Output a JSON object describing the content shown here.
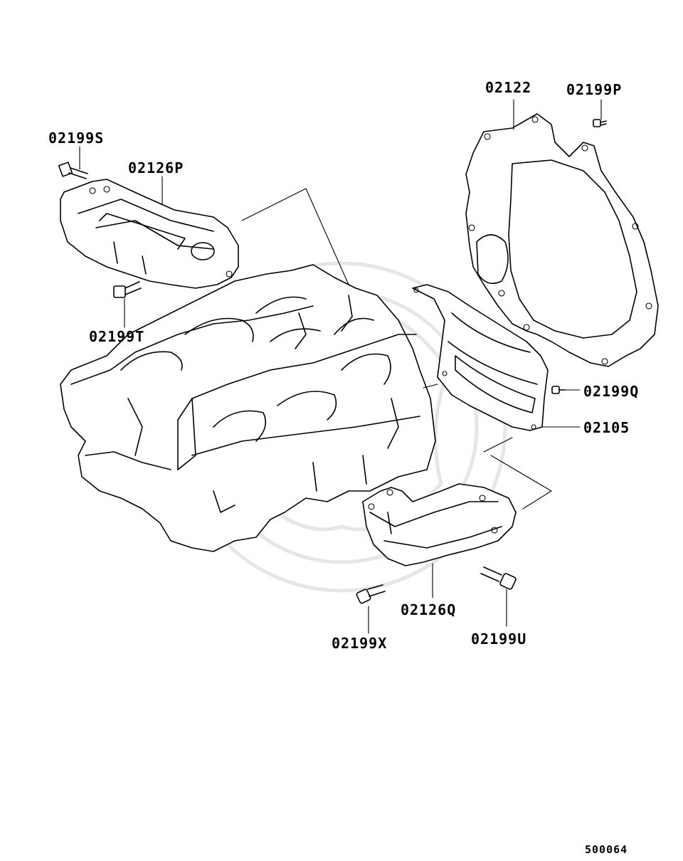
{
  "diagram": {
    "parts": [
      {
        "id": "p-02122",
        "label": "02122"
      },
      {
        "id": "p-02199P",
        "label": "02199P"
      },
      {
        "id": "p-02199S",
        "label": "02199S"
      },
      {
        "id": "p-02126P",
        "label": "02126P"
      },
      {
        "id": "p-02199T",
        "label": "02199T"
      },
      {
        "id": "p-02199Q",
        "label": "02199Q"
      },
      {
        "id": "p-02105",
        "label": "02105"
      },
      {
        "id": "p-02126Q",
        "label": "02126Q"
      },
      {
        "id": "p-02199X",
        "label": "02199X"
      },
      {
        "id": "p-02199U",
        "label": "02199U"
      }
    ],
    "figure_code": "500064"
  }
}
